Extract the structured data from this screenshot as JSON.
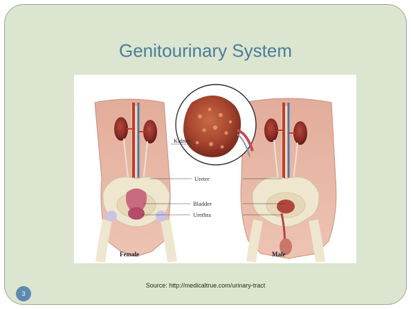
{
  "slide": {
    "title": "Genitourinary System",
    "source": "Source:  http://medicaltrue.com/urinary-tract",
    "page_number": "3"
  },
  "figure": {
    "labels": {
      "kidney": "Kidney",
      "ureter": "Ureter",
      "bladder": "Bladder",
      "urethra": "Urethra",
      "female": "Female",
      "male": "Male"
    }
  },
  "colors": {
    "title": "#4a7d9a",
    "background": "#dbe5cf",
    "badge": "#5d8bb0",
    "skin": "#e8b7a6",
    "kidney": "#8a2a26",
    "bone": "#efe6cf"
  }
}
